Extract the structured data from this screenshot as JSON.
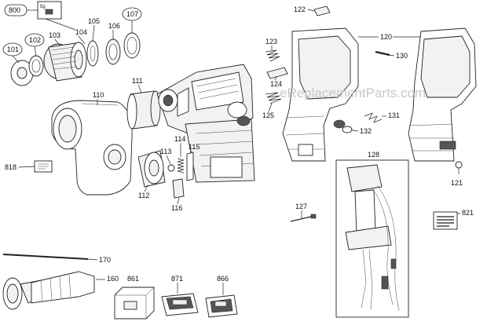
{
  "diagram": {
    "watermark": "eReplacementParts.com",
    "labels": {
      "p800": "800",
      "p5g": "5g",
      "p101": "101",
      "p102": "102",
      "p103": "103",
      "p104": "104",
      "p105": "105",
      "p106": "106",
      "p107": "107",
      "p110": "110",
      "p111": "111",
      "p112": "112",
      "p113": "113",
      "p114": "114",
      "p115": "115",
      "p116": "116",
      "p120": "120",
      "p121": "121",
      "p122": "122",
      "p123": "123",
      "p124": "124",
      "p125": "125",
      "p127": "127",
      "p128": "128",
      "p130": "130",
      "p131": "131",
      "p132": "132",
      "p160": "160",
      "p170": "170",
      "p818": "818",
      "p821": "821",
      "p861": "861",
      "p866": "866",
      "p871": "871"
    }
  }
}
